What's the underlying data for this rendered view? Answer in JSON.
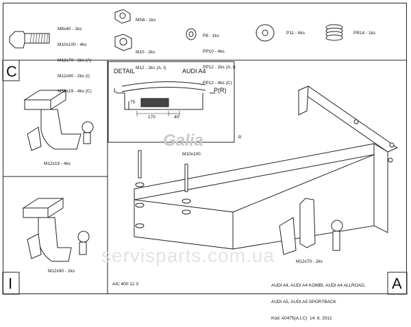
{
  "parts": {
    "bolt_text": [
      "M8x40 - 1ks",
      "M10x100 - 4ks",
      "M12x70 - 2ks (A)",
      "M12x90 - 2ks (I)",
      "M12x19 - 4ks (C)"
    ],
    "nut_ms8": "MS8 - 1ks",
    "nut_m10_text": [
      "M10 - 2ks",
      "M12 - 2ks (A, I)"
    ],
    "washer_text": [
      "P8 - 1ks",
      "PP10 - 4ks",
      "PP12 - 2ks (A, I)",
      "PP12 - 4ks (C)"
    ],
    "p11": "P11 - 6ks",
    "pr14": "PR14 - 1ks"
  },
  "detail": {
    "title": "DETAIL",
    "car": "AUDI A4",
    "left": "L",
    "right": "P(R)",
    "dim_75": "75",
    "dim_170": "170",
    "dim_40": "40"
  },
  "panels": {
    "c_letter": "C",
    "i_letter": "I",
    "a_letter": "A",
    "c_bolt": "M12x19 - 4ks",
    "i_bolt": "M12x90 - 2ks",
    "a_bolt": "M12x70 - 2ks",
    "m10x100": "M10x100"
  },
  "brand": "Galia",
  "watermark": "servisparts.com.ua",
  "code": "AIC 400 12 3",
  "models": [
    "AUDI A4, AUDI A4 KOMBI, AUDI A4 ALLROAD,",
    "AUDI A5, AUDI A5 SPORTBACK",
    "Kód: A0475(A,I,C)  14. 6. 2012"
  ]
}
